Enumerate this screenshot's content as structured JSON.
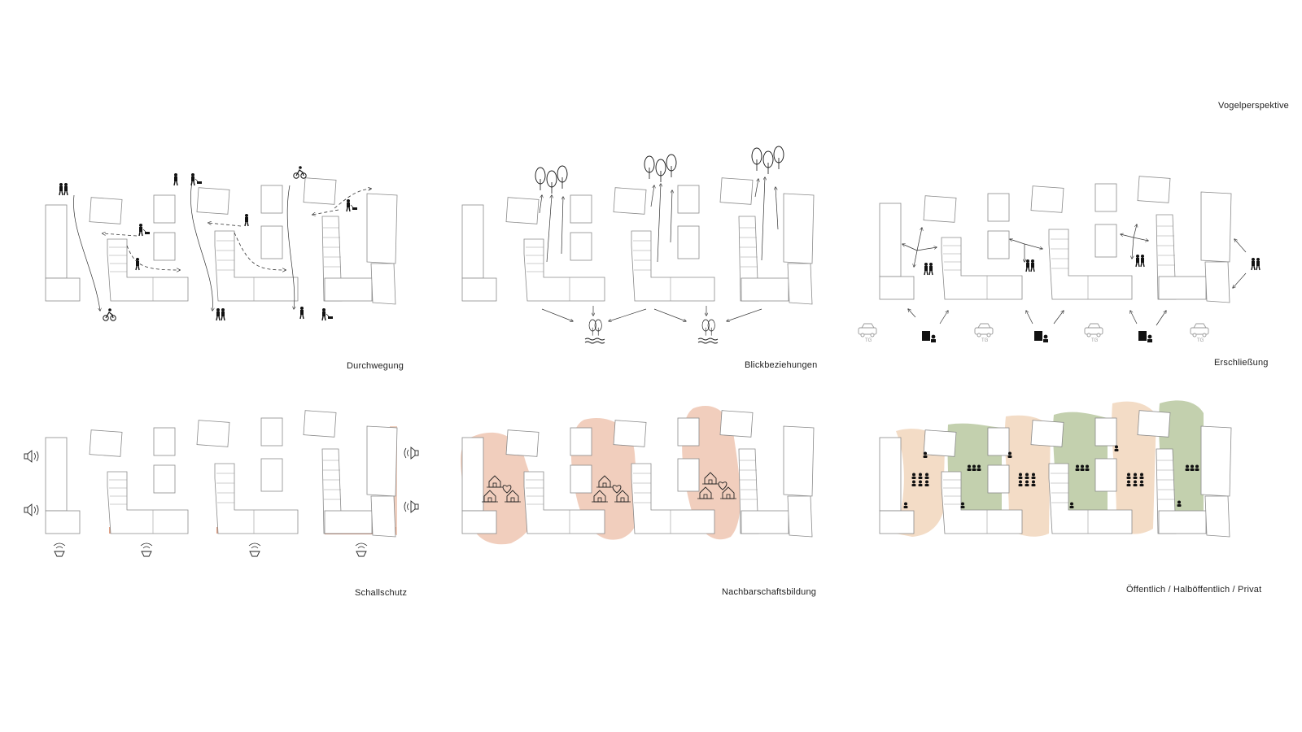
{
  "title": "Vogelperspektive",
  "panels": [
    {
      "id": "durchwegung",
      "label": "Durchwegung"
    },
    {
      "id": "blickbeziehungen",
      "label": "Blickbeziehungen"
    },
    {
      "id": "erschliessung",
      "label": "Erschließung",
      "parking_label": "TG"
    },
    {
      "id": "schallschutz",
      "label": "Schallschutz"
    },
    {
      "id": "nachbarschaftsbildung",
      "label": "Nachbarschaftsbildung"
    },
    {
      "id": "oeffentlich",
      "label": "Öffentlich / Halböffentlich / Privat"
    }
  ],
  "colors": {
    "building_stroke": "#8a8a8a",
    "noise_barrier": "#d98a68",
    "noise_barrier_dark": "#b5533a",
    "neighbourhood_zone": "#eec6b2",
    "public_zone": "#f3dcc6",
    "semi_public_zone": "#b9c8a0"
  }
}
